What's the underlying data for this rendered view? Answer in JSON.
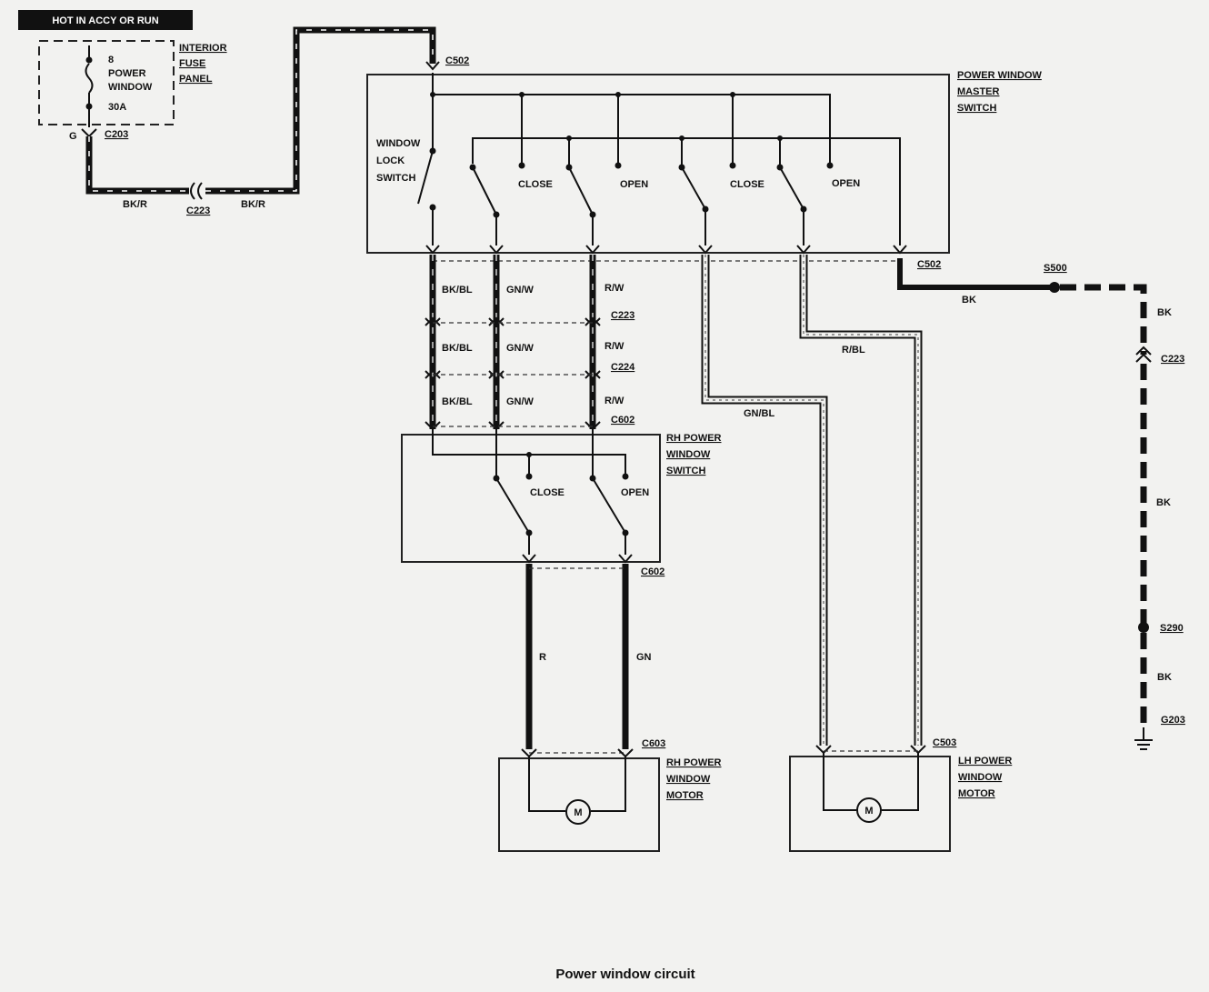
{
  "header": {
    "power_source": "HOT IN ACCY OR RUN"
  },
  "fuse": {
    "number": "8",
    "line1": "POWER",
    "line2": "WINDOW",
    "rating": "30A"
  },
  "components": {
    "fuse_panel": [
      "INTERIOR",
      "FUSE",
      "PANEL"
    ],
    "master_switch": [
      "POWER WINDOW",
      "MASTER",
      "SWITCH"
    ],
    "window_lock": [
      "WINDOW",
      "LOCK",
      "SWITCH"
    ],
    "rh_switch": [
      "RH POWER",
      "WINDOW",
      "SWITCH"
    ],
    "rh_motor": [
      "RH POWER",
      "WINDOW",
      "MOTOR"
    ],
    "lh_motor": [
      "LH POWER",
      "WINDOW",
      "MOTOR"
    ],
    "motor_symbol": "M"
  },
  "switch_labels": {
    "close": "CLOSE",
    "open": "OPEN"
  },
  "connectors": {
    "c203": "C203",
    "c223": "C223",
    "c224": "C224",
    "c502": "C502",
    "c602": "C602",
    "c603": "C603",
    "c503": "C503",
    "s500": "S500",
    "s290": "S290",
    "g203": "G203",
    "g": "G"
  },
  "wires": {
    "bk_r": "BK/R",
    "bk_bl": "BK/BL",
    "gn_w": "GN/W",
    "r_w": "R/W",
    "gn_bl": "GN/BL",
    "r_bl": "R/BL",
    "bk": "BK",
    "r": "R",
    "gn": "GN"
  },
  "caption": "Power window circuit"
}
